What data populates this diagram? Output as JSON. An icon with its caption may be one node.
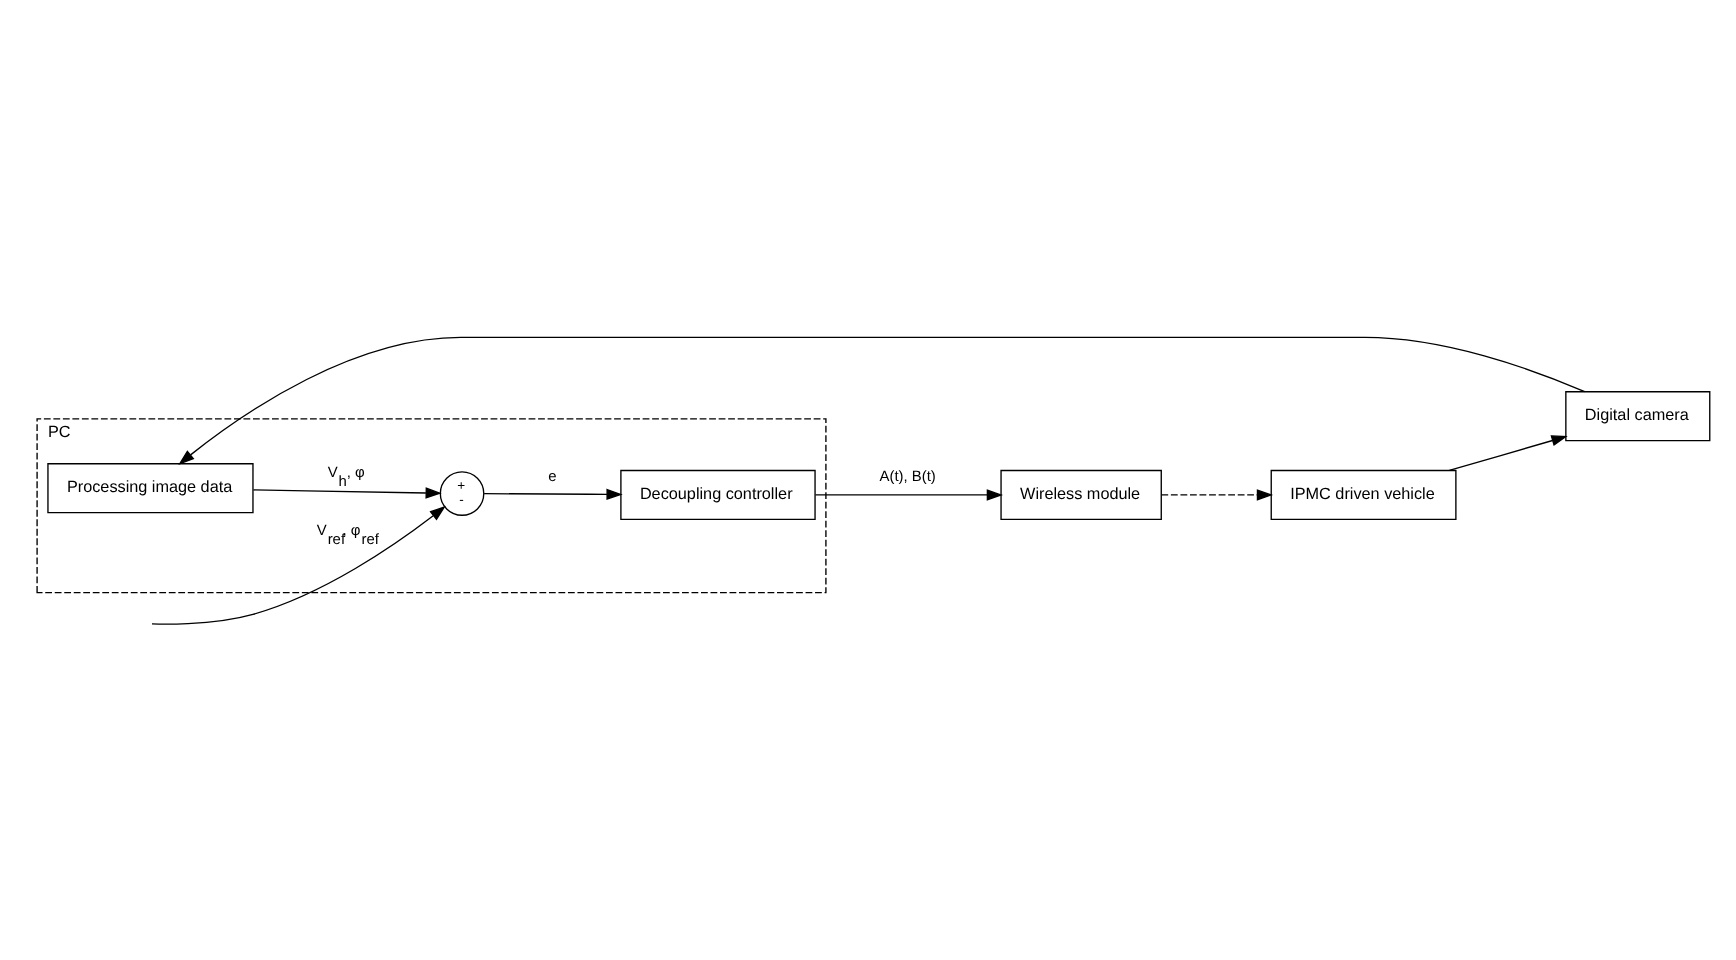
{
  "diagram": {
    "nodes": [
      {
        "text": [
          "PC"
        ]
      },
      {
        "text": [
          "Decoupling controller"
        ],
        "in": 0
      },
      {
        "text": [
          "+",
          "-"
        ],
        "in": 0
      },
      {
        "text": [
          "Processing image data"
        ],
        "in": 0
      },
      {
        "text": [
          "Wireless module"
        ]
      },
      {
        "text": [
          "IPMC driven vehicle"
        ]
      },
      {
        "text": [
          "Digital camera"
        ]
      }
    ],
    "edges": [
      {
        "from": null,
        "to": 2,
        "arrow": "to",
        "label": "V$_{ref}$, φ$_{ref}$"
      },
      {
        "from": 3,
        "to": 2,
        "arrow": "to",
        "label": "V$_{h}$, φ"
      },
      {
        "from": 2,
        "to": 1,
        "arrow": "to",
        "label": "e"
      },
      {
        "from": 1,
        "to": 4,
        "arrow": "to",
        "label": "A(t), B(t)"
      },
      {
        "from": 4,
        "to": 5,
        "arrow": "to",
        "style": "dashed"
      },
      {
        "from": 5,
        "to": 6,
        "arrow": "to"
      },
      {
        "from": 6,
        "to": 3,
        "arrow": "to"
      }
    ]
  }
}
